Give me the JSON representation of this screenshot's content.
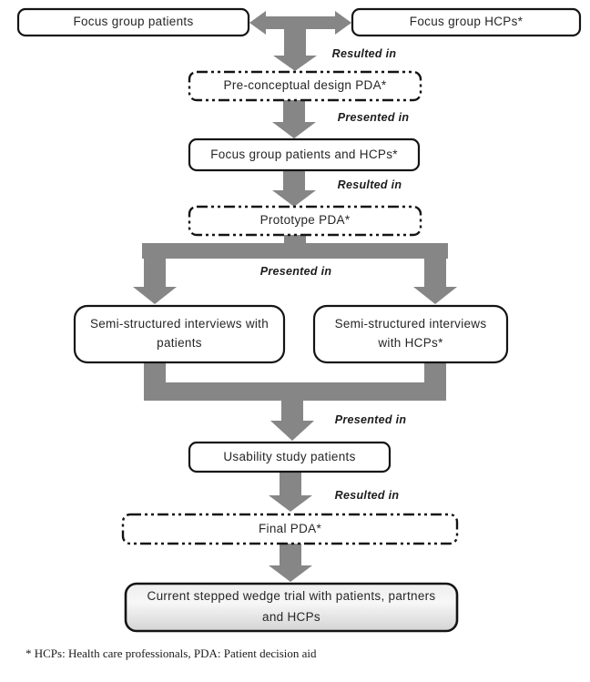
{
  "diagram": {
    "nodes": {
      "focus_patients": "Focus group patients",
      "focus_hcps": "Focus group HCPs*",
      "preconceptual": "Pre-conceptual design PDA*",
      "focus_both": "Focus group patients and HCPs*",
      "prototype": "Prototype PDA*",
      "interviews_patients": "Semi-structured interviews with\npatients",
      "interviews_hcps": "Semi-structured interviews\nwith HCPs*",
      "usability": "Usability study patients",
      "final_pda": "Final PDA*",
      "trial": "Current stepped wedge trial with patients, partners\nand HCPs"
    },
    "edge_labels": {
      "after_focus_groups": "Resulted in",
      "to_focus_both": "Presented in",
      "to_prototype": "Resulted in",
      "to_interviews": "Presented in",
      "to_usability": "Presented in",
      "to_final": "Resulted in"
    },
    "footnote": "* HCPs: Health care professionals, PDA: Patient decision aid",
    "colors": {
      "arrow": "#868686",
      "node_border": "#141414",
      "node_fill": "#ffffff",
      "trial_gradient_top": "#f1f1f1",
      "trial_gradient_bottom": "#d4d4d4",
      "text": "#262626"
    }
  }
}
